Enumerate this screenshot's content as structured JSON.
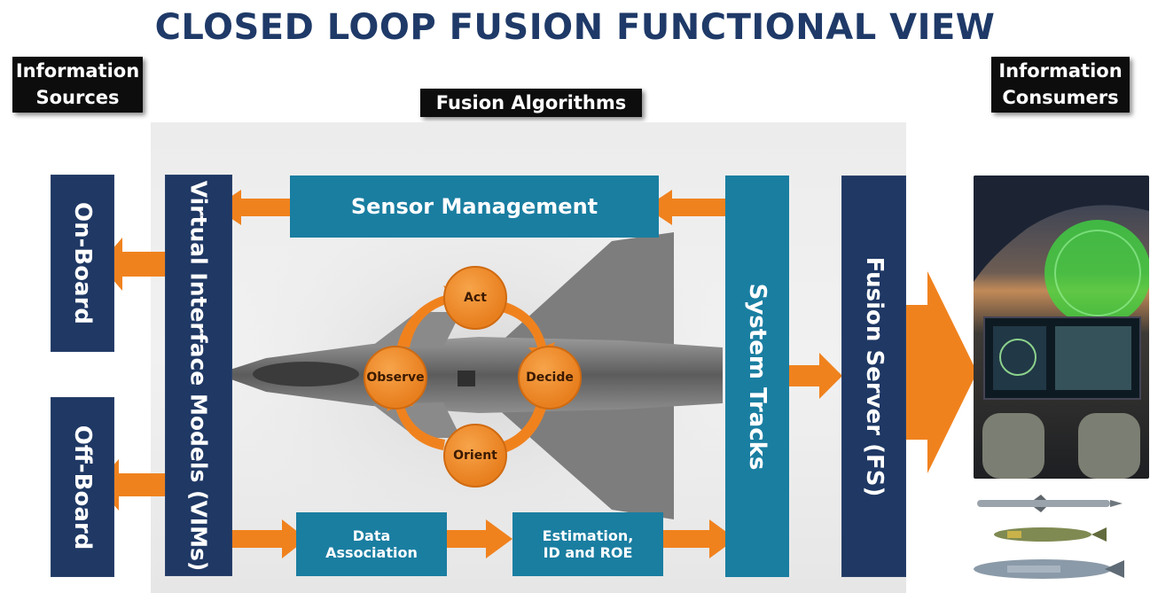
{
  "title": "CLOSED LOOP FUSION FUNCTIONAL VIEW",
  "tags": {
    "sources_line1": "Information",
    "sources_line2": "Sources",
    "algorithms": "Fusion Algorithms",
    "consumers_line1": "Information",
    "consumers_line2": "Consumers"
  },
  "sources": {
    "onboard": "On-Board",
    "offboard": "Off-Board"
  },
  "vim": "Virtual Interface Models (VIMs)",
  "sensor_management": "Sensor Management",
  "system_tracks": "System Tracks",
  "fusion_server": "Fusion Server (FS)",
  "ooda": {
    "act": "Act",
    "decide": "Decide",
    "orient": "Orient",
    "observe": "Observe"
  },
  "pipeline": {
    "data_association_line1": "Data",
    "data_association_line2": "Association",
    "estimation_line1": "Estimation,",
    "estimation_line2": "ID and ROE"
  },
  "colors": {
    "navy": "#1f3864",
    "teal": "#1a7ea1",
    "orange": "#f0821e",
    "title": "#1f3a68"
  }
}
